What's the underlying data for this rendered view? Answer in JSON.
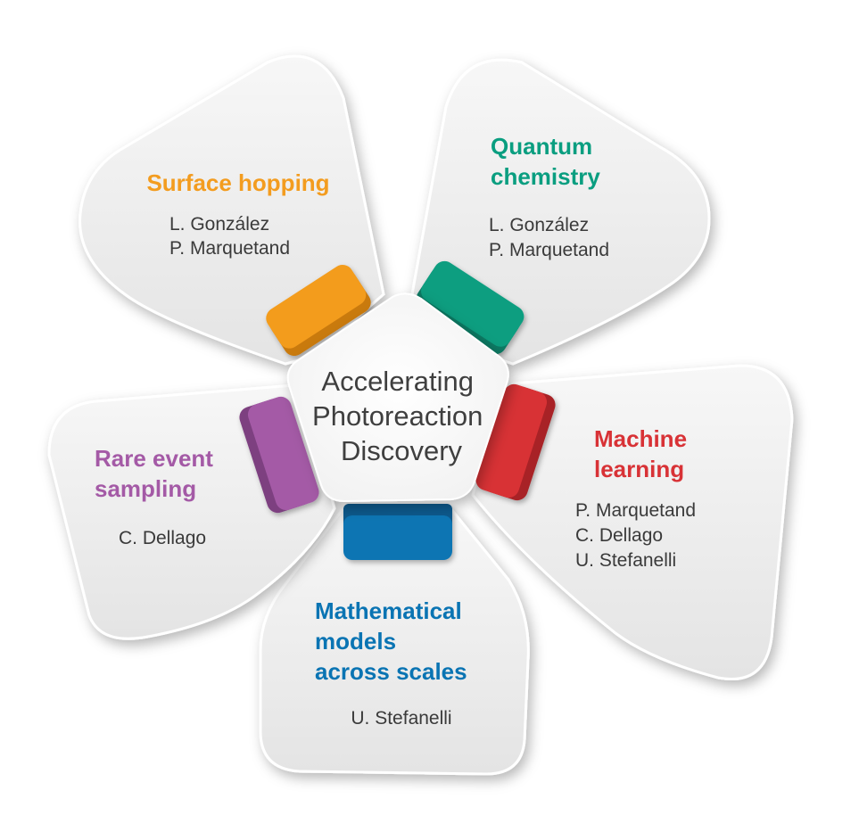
{
  "center": {
    "lines": [
      "Accelerating",
      "Photoreaction",
      "Discovery"
    ]
  },
  "petals": [
    {
      "key": "surface-hopping",
      "title_lines": [
        "Surface hopping"
      ],
      "people": [
        "L. González",
        "P. Marquetand"
      ],
      "color": "#f39c1f",
      "color_dark": "#c97a10"
    },
    {
      "key": "quantum-chemistry",
      "title_lines": [
        "Quantum",
        "chemistry"
      ],
      "people": [
        "L. González",
        "P. Marquetand"
      ],
      "color": "#0a9e80",
      "color_dark": "#077a63"
    },
    {
      "key": "machine-learning",
      "title_lines": [
        "Machine",
        "learning"
      ],
      "people": [
        "P. Marquetand",
        "C. Dellago",
        "U. Stefanelli"
      ],
      "color": "#d83236",
      "color_dark": "#a82226"
    },
    {
      "key": "mathematical-models",
      "title_lines": [
        "Mathematical",
        "models",
        "across scales"
      ],
      "people": [
        "U. Stefanelli"
      ],
      "color": "#0a74b3",
      "color_dark": "#07588a"
    },
    {
      "key": "rare-event-sampling",
      "title_lines": [
        "Rare event",
        "sampling"
      ],
      "people": [
        "C. Dellago"
      ],
      "color": "#a45aa6",
      "color_dark": "#7d3f80"
    }
  ]
}
